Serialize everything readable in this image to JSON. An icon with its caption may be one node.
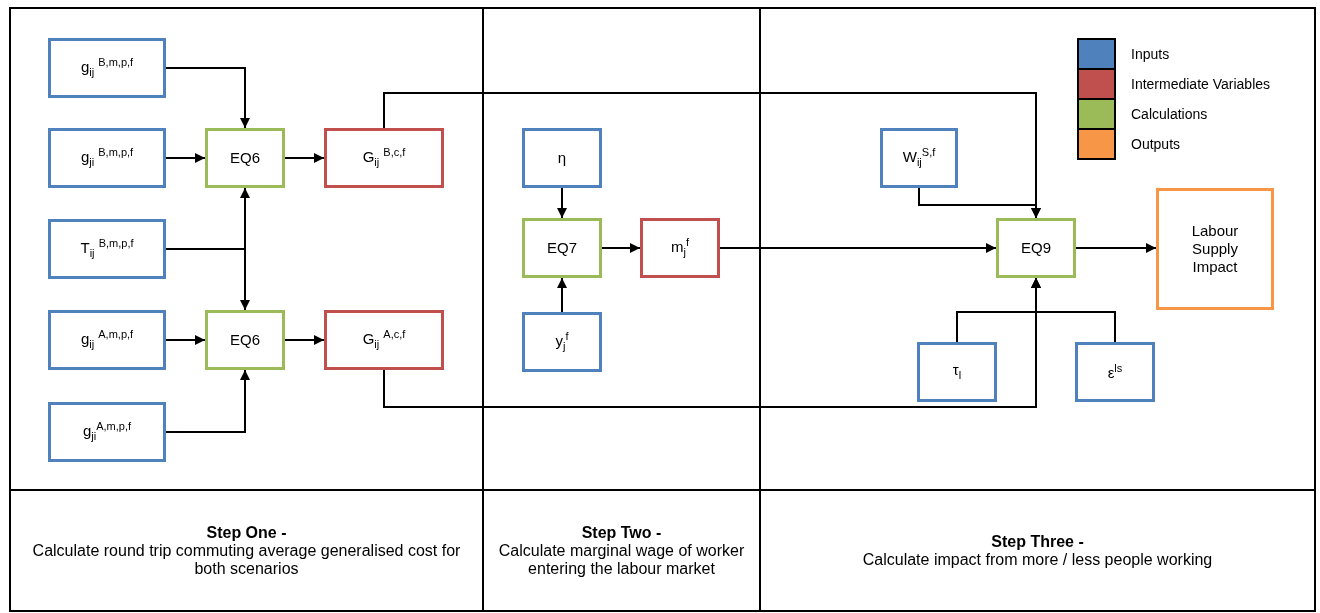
{
  "diagram": {
    "nodes": [
      {
        "text": [
          "g$_{ij}$ $^{B,m,p,f}$"
        ]
      },
      {
        "text": [
          "g$_{ji}$ $^{B,m,p,f}$"
        ]
      },
      {
        "text": [
          "T$_{ij}$ $^{B,m,p,f}$"
        ]
      },
      {
        "text": [
          "g$_{ij}$ $^{A,m,p,f}$"
        ]
      },
      {
        "text": [
          "g$_{ji}$$^{A,m,p,f}$"
        ]
      },
      {
        "text": [
          "EQ6"
        ]
      },
      {
        "text": [
          "G$_{ij}$ $^{B,c,f}$"
        ]
      },
      {
        "text": [
          "EQ6"
        ]
      },
      {
        "text": [
          "G$_{ij}$ $^{A,c,f}$"
        ]
      },
      {
        "text": [
          "η"
        ]
      },
      {
        "text": [
          "EQ7"
        ]
      },
      {
        "text": [
          "m$_{j}$$^{f}$"
        ]
      },
      {
        "text": [
          "y$_{j}$$^{f}$"
        ]
      },
      {
        "text": [
          "W$_{ij}$$^{S,f}$"
        ]
      },
      {
        "text": [
          "EQ9"
        ]
      },
      {
        "text": [
          "Labour Supply Impact"
        ]
      },
      {
        "text": [
          "τ$_{l}$"
        ]
      },
      {
        "text": [
          "ε$^{ls}$"
        ]
      },
      {
        "text": [
          "Step One -",
          "Calculate round trip commuting average generalised cost for both scenarios"
        ]
      },
      {
        "text": [
          "Step Two -",
          "Calculate marginal wage of worker entering the labour market"
        ]
      },
      {
        "text": [
          "Step Three -",
          "Calculate impact from more / less people working"
        ]
      }
    ],
    "edges": [
      {
        "from": 0,
        "to": 5,
        "arrow": "to"
      },
      {
        "from": 1,
        "to": 5,
        "arrow": "to"
      },
      {
        "from": 2,
        "to": 5,
        "arrow": "to"
      },
      {
        "from": 2,
        "to": 7,
        "arrow": "to"
      },
      {
        "from": 3,
        "to": 7,
        "arrow": "to"
      },
      {
        "from": 4,
        "to": 7,
        "arrow": "to"
      },
      {
        "from": 5,
        "to": 6,
        "arrow": "to"
      },
      {
        "from": 7,
        "to": 8,
        "arrow": "to"
      },
      {
        "from": 6,
        "to": 14,
        "arrow": "to"
      },
      {
        "from": 8,
        "to": 14,
        "arrow": "to"
      },
      {
        "from": 9,
        "to": 10,
        "arrow": "to"
      },
      {
        "from": 12,
        "to": 10,
        "arrow": "to"
      },
      {
        "from": 10,
        "to": 11,
        "arrow": "to"
      },
      {
        "from": 11,
        "to": 14,
        "arrow": "to"
      },
      {
        "from": 13,
        "to": 14,
        "arrow": "to"
      },
      {
        "from": 16,
        "to": 14,
        "arrow": "to"
      },
      {
        "from": 17,
        "to": 14,
        "arrow": "to"
      },
      {
        "from": 14,
        "to": 15,
        "arrow": "to"
      }
    ],
    "legend": [
      {
        "text": "Inputs",
        "color": "#4f81bd"
      },
      {
        "text": "Intermediate Variables",
        "color": "#c0504d"
      },
      {
        "text": "Calculations",
        "color": "#9bbb59"
      },
      {
        "text": "Outputs",
        "color": "#f79646"
      }
    ]
  }
}
